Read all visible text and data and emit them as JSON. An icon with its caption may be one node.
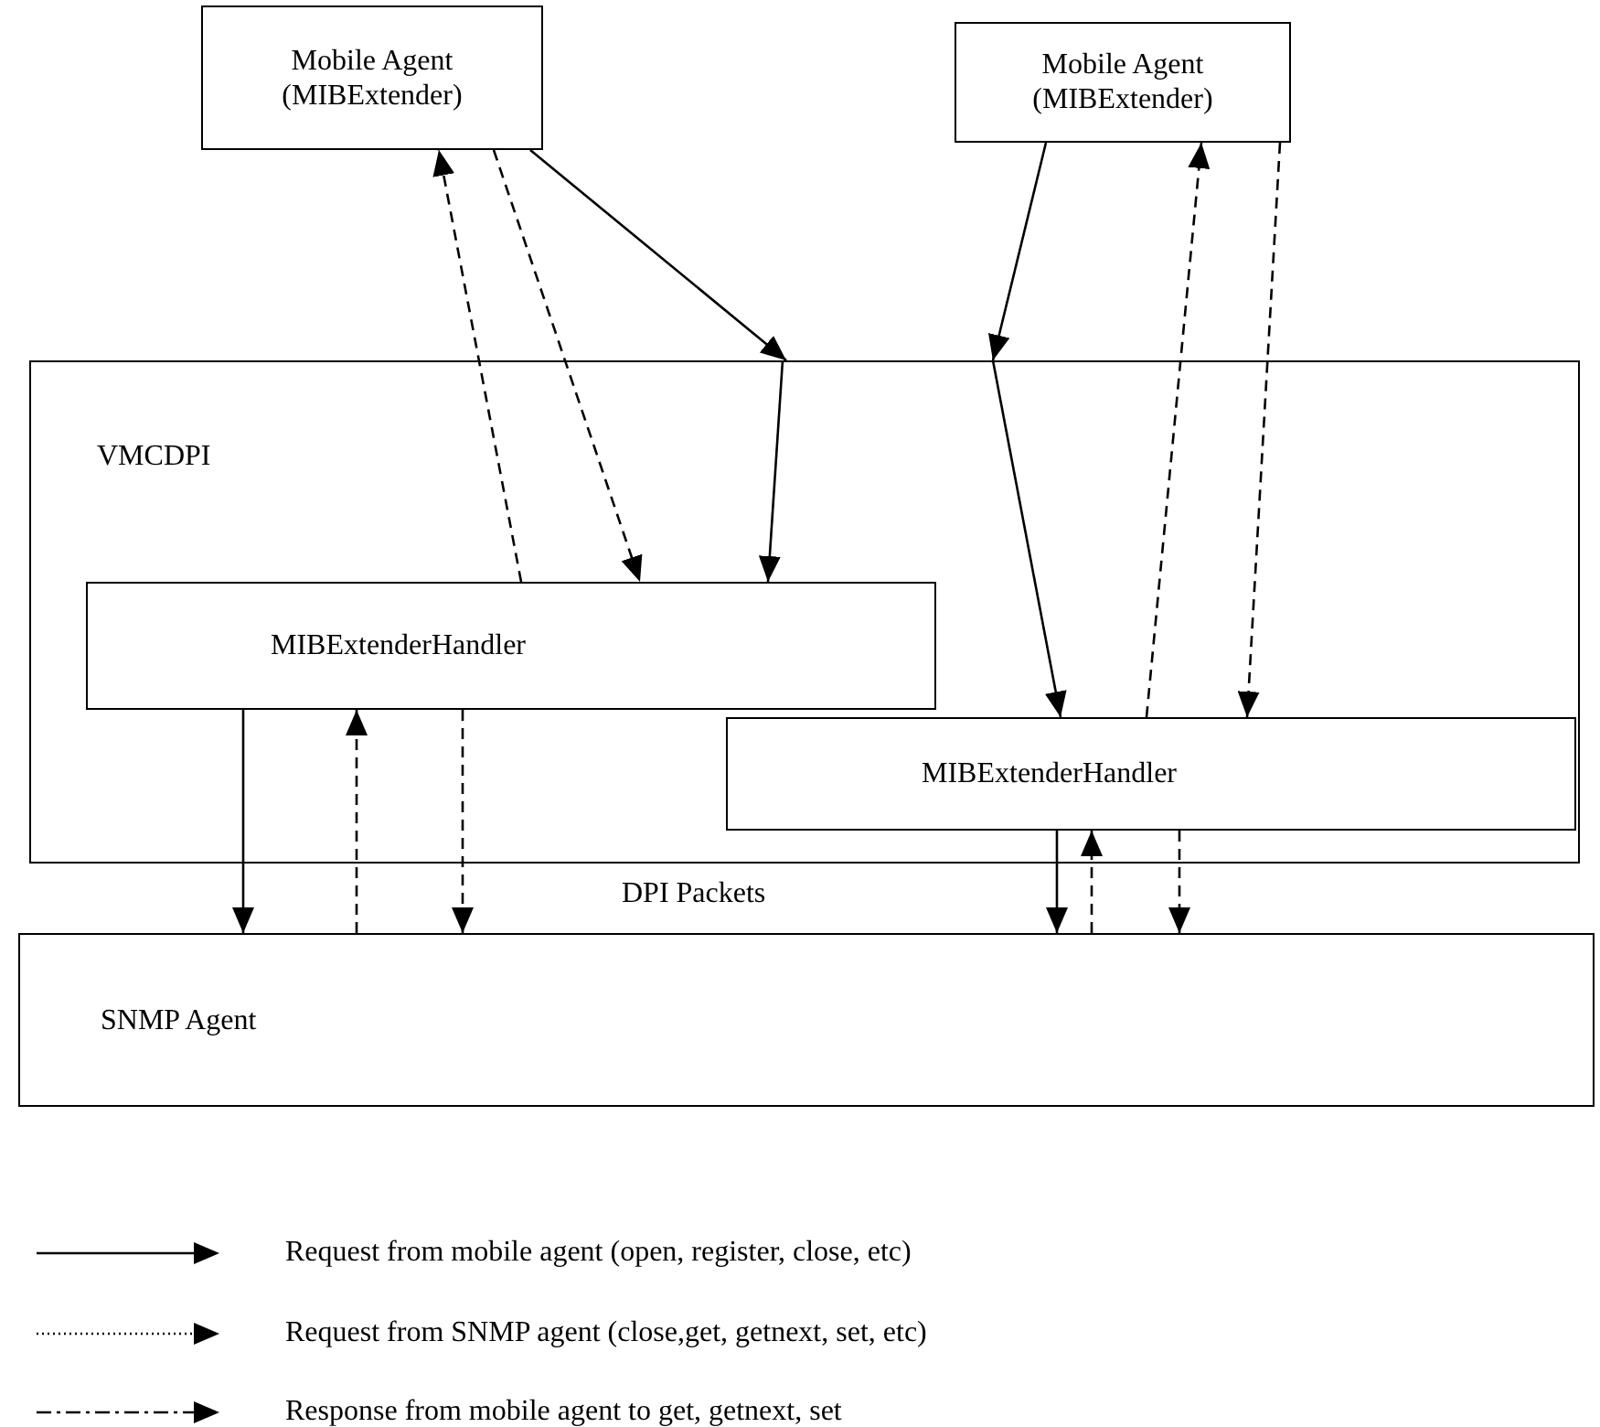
{
  "diagram": {
    "nodes": [
      {
        "text": [
          "Mobile Agent (MIBExtender)"
        ]
      },
      {
        "text": [
          "Mobile Agent (MIBExtender)"
        ]
      },
      {
        "text": [
          "VMCDPI"
        ]
      },
      {
        "text": [
          "MIBExtenderHandler"
        ],
        "in": 2
      },
      {
        "text": [
          "MIBExtenderHandler"
        ],
        "in": 2
      },
      {
        "text": [
          "SNMP Agent"
        ]
      }
    ],
    "edges": [
      {
        "from": 0,
        "to": 2,
        "arrow": "to"
      },
      {
        "from": 2,
        "to": 3,
        "arrow": "to"
      },
      {
        "from": 0,
        "to": 3,
        "arrow": "to",
        "style": "dashed"
      },
      {
        "from": 3,
        "to": 0,
        "arrow": "to",
        "style": "dashed"
      },
      {
        "from": 1,
        "to": 2,
        "arrow": "to"
      },
      {
        "from": 2,
        "to": 4,
        "arrow": "to"
      },
      {
        "from": 1,
        "to": 4,
        "arrow": "to",
        "style": "dashed"
      },
      {
        "from": 4,
        "to": 1,
        "arrow": "to",
        "style": "dashed"
      },
      {
        "from": 3,
        "to": 5,
        "arrow": "to"
      },
      {
        "from": 3,
        "to": 5,
        "arrow": "to",
        "style": "dashed"
      },
      {
        "from": 5,
        "to": 3,
        "arrow": "to",
        "style": "dashed"
      },
      {
        "from": 4,
        "to": 5,
        "arrow": "to"
      },
      {
        "from": 4,
        "to": 5,
        "arrow": "to",
        "style": "dashed"
      },
      {
        "from": 5,
        "to": 4,
        "arrow": "to",
        "style": "dashed"
      }
    ],
    "labels": [
      "DPI Packets"
    ],
    "legend": [
      {
        "text": "Request from mobile agent  (open, register, close, etc)"
      },
      {
        "text": "Request from SNMP agent (close,get, getnext, set, etc)"
      },
      {
        "text": "Response from mobile agent to get, getnext, set"
      }
    ]
  }
}
